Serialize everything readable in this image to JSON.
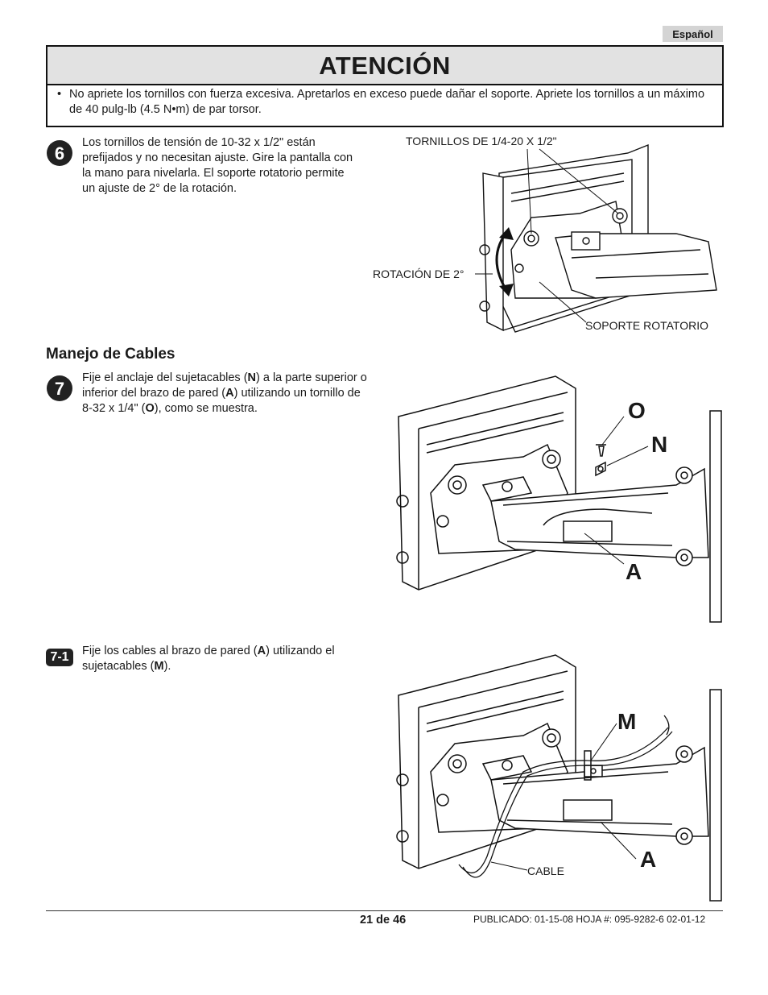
{
  "header": {
    "language": "Español"
  },
  "warning": {
    "title": "ATENCIÓN",
    "bullet": "•",
    "text": "No apriete los tornillos con fuerza excesiva. Apretarlos en exceso puede dañar el soporte. Apriete los tornillos a un máximo de 40 pulg-lb (4.5 N•m) de par torsor."
  },
  "step6": {
    "number": "6",
    "text": "Los tornillos de tensión de 10-32 x 1/2\" están prefijados y no necesitan ajuste. Gire la pantalla con la mano para nivelarla. El soporte rotatorio permite un ajuste de 2° de la rotación.",
    "labels": {
      "screws": "TORNILLOS DE 1/4-20 X 1/2\"",
      "rotation": "ROTACIÓN DE 2°",
      "bracket": "SOPORTE ROTATORIO"
    }
  },
  "cables": {
    "title": "Manejo de Cables",
    "step7": {
      "number": "7",
      "t1": "Fije el anclaje del sujetacables (",
      "b1": "N",
      "t2": ") a la parte superior o inferior del brazo de pared (",
      "b2": "A",
      "t3": ") utilizando un tornillo de 8-32 x 1/4\" (",
      "b3": "O",
      "t4": "), como se muestra.",
      "letters": {
        "o": "O",
        "n": "N",
        "a": "A"
      }
    },
    "step71": {
      "number": "7-1",
      "t1": "Fije los cables al brazo de pared (",
      "b1": "A",
      "t2": ") utilizando el sujetacables (",
      "b2": "M",
      "t3": ").",
      "letters": {
        "m": "M",
        "a": "A"
      },
      "cable_label": "CABLE"
    }
  },
  "footer": {
    "page": "21 de 46",
    "published": "PUBLICADO: 01-15-08   HOJA #: 095-9282-6  02-01-12"
  }
}
